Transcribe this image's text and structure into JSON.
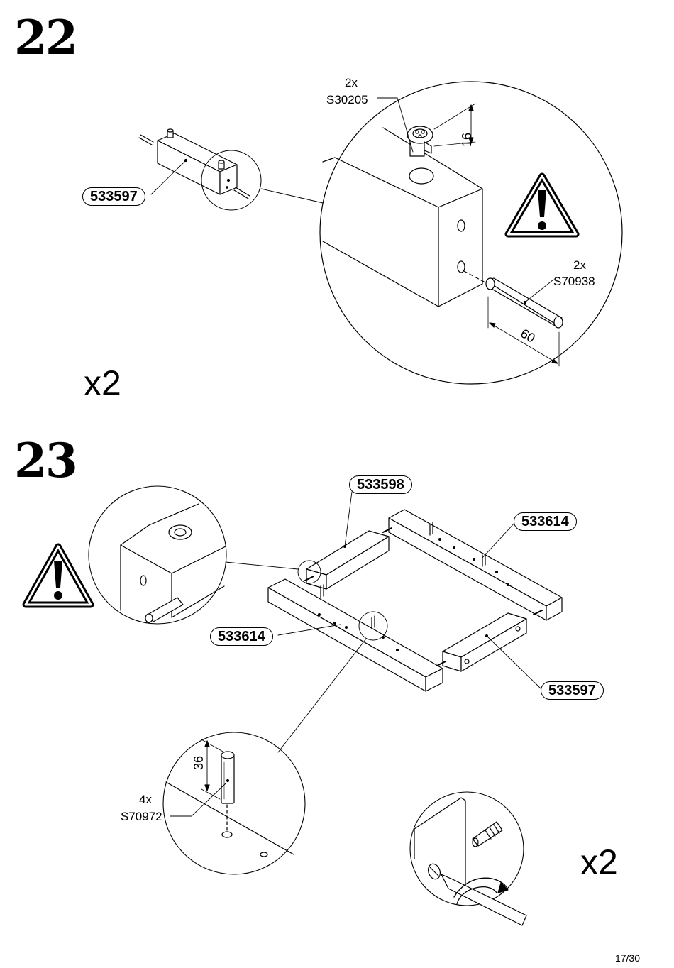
{
  "step22": {
    "number": "22",
    "multiplier": "x2",
    "part_label": "533597",
    "fitting1": {
      "qty": "2x",
      "code": "S30205",
      "dimension": "16"
    },
    "fitting2": {
      "qty": "2x",
      "code": "S70938",
      "dimension": "60"
    },
    "icons": [
      "warning-icon"
    ]
  },
  "step23": {
    "number": "23",
    "multiplier": "x2",
    "parts": {
      "top_short": "533598",
      "right_long": "533614",
      "left_long": "533614",
      "bottom_short": "533597"
    },
    "fitting": {
      "qty": "4x",
      "code": "S70972",
      "dimension": "36"
    },
    "icons": [
      "warning-icon",
      "screwdriver-icon"
    ]
  },
  "page_number": "17/30"
}
